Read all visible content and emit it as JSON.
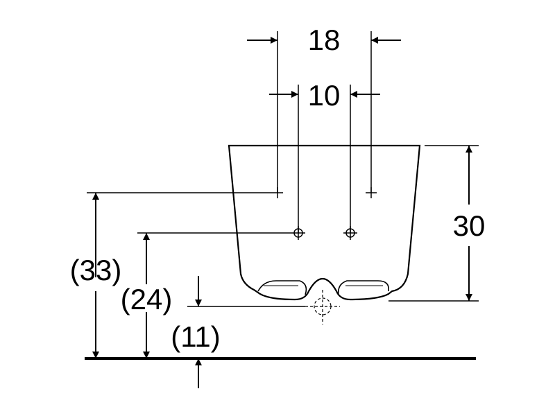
{
  "dimensions": {
    "outer_spacing": "18",
    "inner_spacing": "10",
    "height": "30",
    "upper_level": "(33)",
    "middle_level": "(24)",
    "lower_level": "(11)"
  },
  "colors": {
    "line": "#000000",
    "background": "#ffffff"
  }
}
